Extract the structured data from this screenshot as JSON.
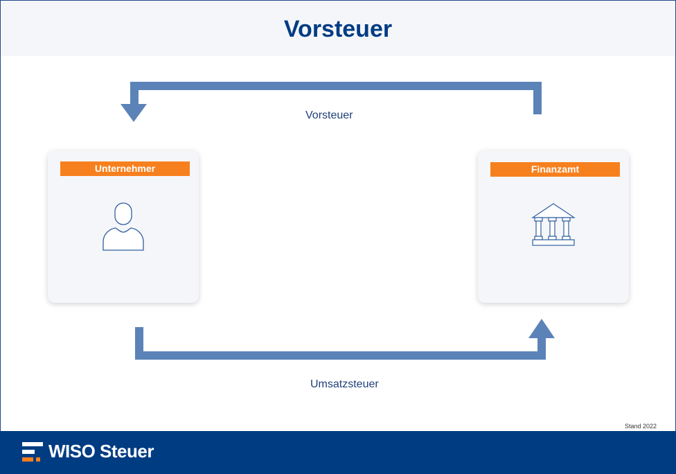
{
  "header": {
    "title": "Vorsteuer"
  },
  "arrows": {
    "top_label": "Vorsteuer",
    "bottom_label": "Umsatzsteuer",
    "color": "#5b83b8"
  },
  "cards": [
    {
      "label": "Unternehmer",
      "icon": "person-icon"
    },
    {
      "label": "Finanzamt",
      "icon": "bank-building-icon"
    }
  ],
  "footnote": "Stand 2022",
  "footer": {
    "brand": "WISO Steuer",
    "brand_color": "#003c82",
    "accent_color": "#f7801e"
  }
}
